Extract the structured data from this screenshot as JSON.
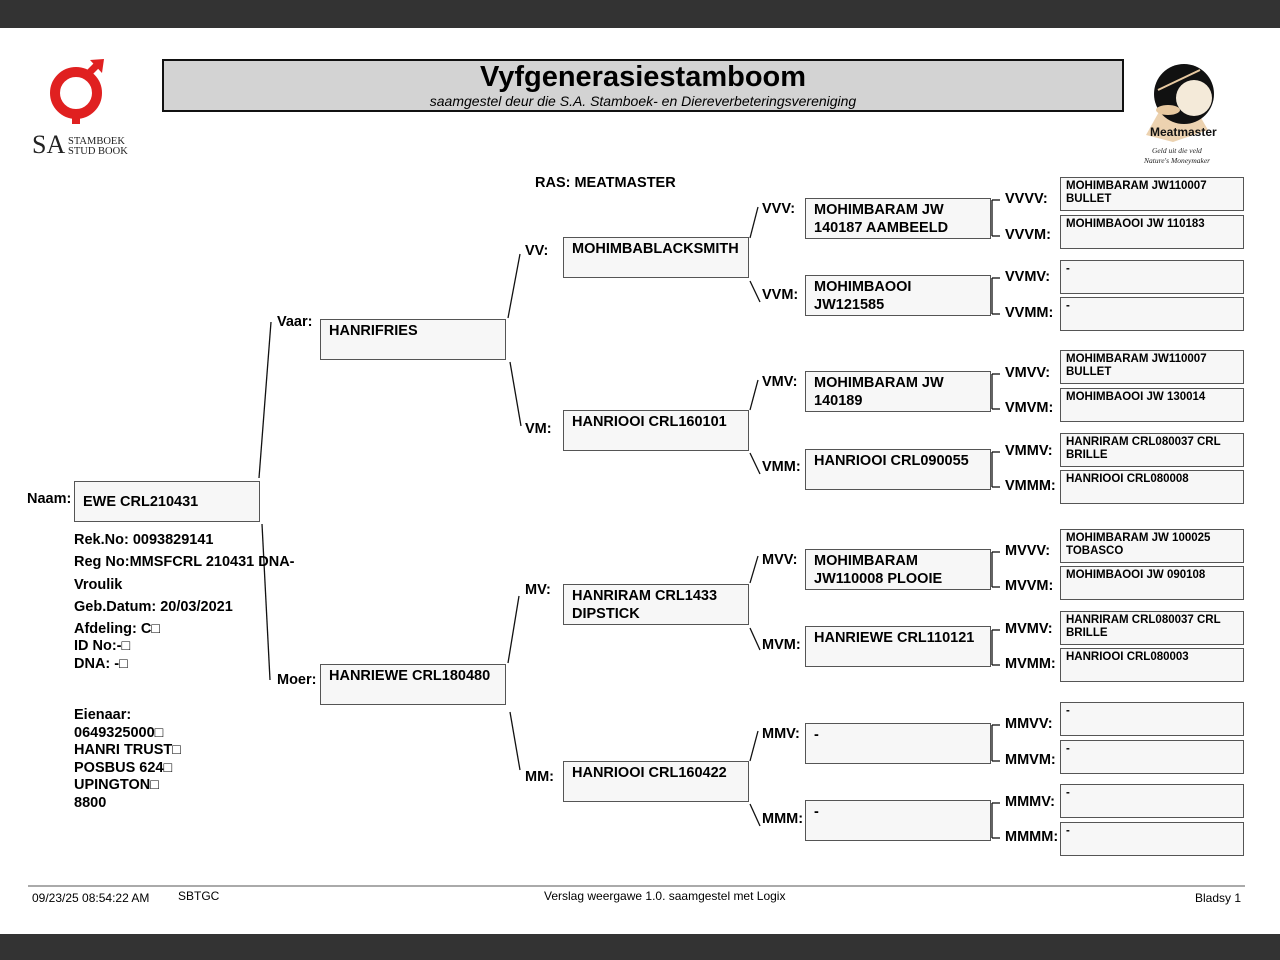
{
  "document": {
    "title": "Vyfgenerasiestamboom",
    "subtitle": "saamgestel deur die S.A. Stamboek- en Diereverbeteringsvereniging",
    "breed": "RAS: MEATMASTER",
    "logos": {
      "left": {
        "main": "SA",
        "line1": "STAMBOEK",
        "line2": "STUD BOOK",
        "color": "#e02020"
      },
      "right": {
        "brand": "Meatmaster",
        "tag1": "Geld uit die veld",
        "tag2": "Nature's Moneymaker"
      }
    }
  },
  "animal": {
    "name_label": "Naam:",
    "name": "EWE CRL210431",
    "details": [
      "Rek.No: 0093829141",
      "Reg No:MMSFCRL 210431 DNA-",
      "Vroulik",
      "Geb.Datum: 20/03/2021",
      "Afdeling: C□",
      "ID No:-□",
      "DNA: -□"
    ],
    "owner": [
      "Eienaar:",
      "0649325000□",
      "HANRI TRUST□",
      "POSBUS 624□",
      "UPINGTON□",
      "8800"
    ]
  },
  "pedigree": {
    "gen1": [
      {
        "label": "Vaar:",
        "name": "HANRIFRIES"
      },
      {
        "label": "Moer:",
        "name": "HANRIEWE CRL180480"
      }
    ],
    "gen2": [
      {
        "label": "VV:",
        "name": "MOHIMBABLACKSMITH"
      },
      {
        "label": "VM:",
        "name": "HANRIOOI CRL160101"
      },
      {
        "label": "MV:",
        "name": "HANRIRAM CRL1433 DIPSTICK"
      },
      {
        "label": "MM:",
        "name": "HANRIOOI CRL160422"
      }
    ],
    "gen3": [
      {
        "label": "VVV:",
        "name": "MOHIMBARAM JW 140187 AAMBEELD"
      },
      {
        "label": "VVM:",
        "name": "MOHIMBAOOI JW121585"
      },
      {
        "label": "VMV:",
        "name": "MOHIMBARAM JW 140189"
      },
      {
        "label": "VMM:",
        "name": "HANRIOOI CRL090055"
      },
      {
        "label": "MVV:",
        "name": "MOHIMBARAM JW110008 PLOOIE"
      },
      {
        "label": "MVM:",
        "name": "HANRIEWE CRL110121"
      },
      {
        "label": "MMV:",
        "name": "-"
      },
      {
        "label": "MMM:",
        "name": "-"
      }
    ],
    "gen4": [
      {
        "label": "VVVV:",
        "name": "MOHIMBARAM JW110007 BULLET"
      },
      {
        "label": "VVVM:",
        "name": "MOHIMBAOOI JW 110183"
      },
      {
        "label": "VVMV:",
        "name": "-"
      },
      {
        "label": "VVMM:",
        "name": "-"
      },
      {
        "label": "VMVV:",
        "name": "MOHIMBARAM JW110007 BULLET"
      },
      {
        "label": "VMVM:",
        "name": "MOHIMBAOOI JW 130014"
      },
      {
        "label": "VMMV:",
        "name": "HANRIRAM CRL080037 CRL BRILLE"
      },
      {
        "label": "VMMM:",
        "name": "HANRIOOI CRL080008"
      },
      {
        "label": "MVVV:",
        "name": "MOHIMBARAM JW 100025 TOBASCO"
      },
      {
        "label": "MVVM:",
        "name": "MOHIMBAOOI JW 090108"
      },
      {
        "label": "MVMV:",
        "name": "HANRIRAM CRL080037 CRL BRILLE"
      },
      {
        "label": "MVMM:",
        "name": "HANRIOOI CRL080003"
      },
      {
        "label": "MMVV:",
        "name": "-"
      },
      {
        "label": "MMVM:",
        "name": "-"
      },
      {
        "label": "MMMV:",
        "name": "-"
      },
      {
        "label": "MMMM:",
        "name": "-"
      }
    ]
  },
  "footer": {
    "timestamp": "09/23/25 08:54:22 AM",
    "code": "SBTGC",
    "report": "Verslag weergawe 1.0. saamgestel met Logix",
    "page": "Bladsy 1"
  }
}
